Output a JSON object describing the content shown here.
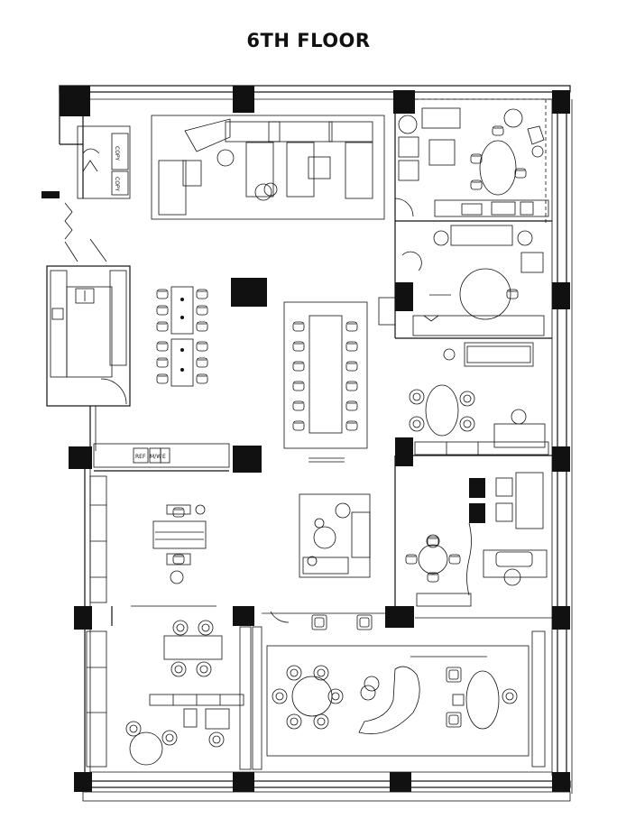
{
  "title": "6TH FLOOR",
  "labels": {
    "copy_1": "COPY",
    "copy_2": "COPY",
    "ref": "REF",
    "mw": "M/W",
    "e": "E"
  }
}
